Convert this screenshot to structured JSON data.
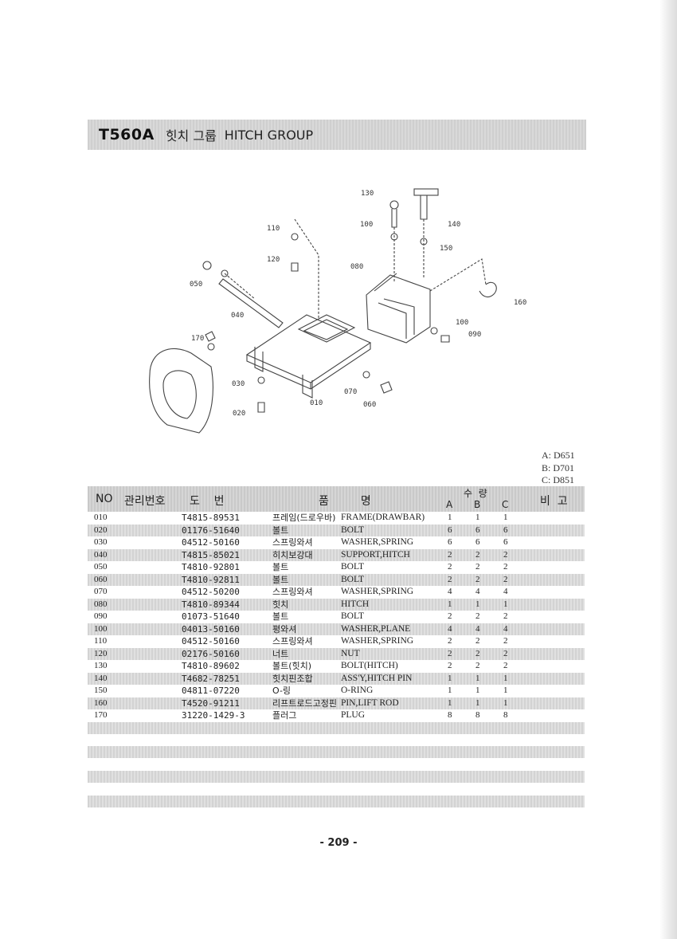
{
  "header": {
    "model": "T560A",
    "title_ko": "힛치 그룹",
    "title_en": "HITCH GROUP"
  },
  "diagram": {
    "callouts": [
      "130",
      "140",
      "100",
      "150",
      "110",
      "120",
      "080",
      "050",
      "160",
      "040",
      "100",
      "090",
      "170",
      "030",
      "070",
      "010",
      "060",
      "020"
    ]
  },
  "legend": [
    "A: D651",
    "B: D701",
    "C: D851"
  ],
  "table": {
    "headers": {
      "no": "NO",
      "mgmt": "관리번호",
      "drawing": "도    번",
      "name": "품         명",
      "qty": "수  량",
      "a": "A",
      "b": "B",
      "c": "C",
      "remarks": "비  고"
    },
    "rows": [
      {
        "no": "010",
        "part": "T4815-89531",
        "ko": "프레임(드로우바)",
        "en": "FRAME(DRAWBAR)",
        "a": "1",
        "b": "1",
        "c": "1"
      },
      {
        "no": "020",
        "part": "01176-51640",
        "ko": "볼트",
        "en": "BOLT",
        "a": "6",
        "b": "6",
        "c": "6"
      },
      {
        "no": "030",
        "part": "04512-50160",
        "ko": "스프링와셔",
        "en": "WASHER,SPRING",
        "a": "6",
        "b": "6",
        "c": "6"
      },
      {
        "no": "040",
        "part": "T4815-85021",
        "ko": "히치보강대",
        "en": "SUPPORT,HITCH",
        "a": "2",
        "b": "2",
        "c": "2"
      },
      {
        "no": "050",
        "part": "T4810-92801",
        "ko": "볼트",
        "en": "BOLT",
        "a": "2",
        "b": "2",
        "c": "2"
      },
      {
        "no": "060",
        "part": "T4810-92811",
        "ko": "볼트",
        "en": "BOLT",
        "a": "2",
        "b": "2",
        "c": "2"
      },
      {
        "no": "070",
        "part": "04512-50200",
        "ko": "스프링와셔",
        "en": "WASHER,SPRING",
        "a": "4",
        "b": "4",
        "c": "4"
      },
      {
        "no": "080",
        "part": "T4810-89344",
        "ko": "힛치",
        "en": "HITCH",
        "a": "1",
        "b": "1",
        "c": "1"
      },
      {
        "no": "090",
        "part": "01073-51640",
        "ko": "볼트",
        "en": "BOLT",
        "a": "2",
        "b": "2",
        "c": "2"
      },
      {
        "no": "100",
        "part": "04013-50160",
        "ko": "평와셔",
        "en": "WASHER,PLANE",
        "a": "4",
        "b": "4",
        "c": "4"
      },
      {
        "no": "110",
        "part": "04512-50160",
        "ko": "스프링와셔",
        "en": "WASHER,SPRING",
        "a": "2",
        "b": "2",
        "c": "2"
      },
      {
        "no": "120",
        "part": "02176-50160",
        "ko": "너트",
        "en": "NUT",
        "a": "2",
        "b": "2",
        "c": "2"
      },
      {
        "no": "130",
        "part": "T4810-89602",
        "ko": "볼트(힛치)",
        "en": "BOLT(HITCH)",
        "a": "2",
        "b": "2",
        "c": "2"
      },
      {
        "no": "140",
        "part": "T4682-78251",
        "ko": "힛치핀조합",
        "en": "ASS'Y,HITCH PIN",
        "a": "1",
        "b": "1",
        "c": "1"
      },
      {
        "no": "150",
        "part": "04811-07220",
        "ko": "O-링",
        "en": "O-RING",
        "a": "1",
        "b": "1",
        "c": "1"
      },
      {
        "no": "160",
        "part": "T4520-91211",
        "ko": "리프트로드고정핀",
        "en": "PIN,LIFT ROD",
        "a": "1",
        "b": "1",
        "c": "1"
      },
      {
        "no": "170",
        "part": "31220-1429-3",
        "ko": "플러그",
        "en": "PLUG",
        "a": "8",
        "b": "8",
        "c": "8"
      }
    ]
  },
  "footer": {
    "page": "- 209 -"
  }
}
